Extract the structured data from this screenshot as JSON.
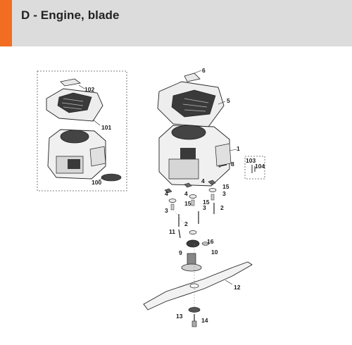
{
  "header": {
    "title": "D - Engine, blade",
    "accent_color": "#f26d21",
    "background_color": "#dcdcdc"
  },
  "callouts": {
    "c1": "1",
    "c2a": "2",
    "c2b": "2",
    "c3a": "3",
    "c3b": "3",
    "c3c": "3",
    "c4a": "4",
    "c4b": "4",
    "c4c": "4",
    "c5": "5",
    "c6": "6",
    "c8": "8",
    "c9": "9",
    "c10": "10",
    "c11": "11",
    "c12": "12",
    "c13": "13",
    "c14": "14",
    "c15a": "15",
    "c15b": "15",
    "c15c": "15",
    "c16": "16",
    "c100": "100",
    "c101": "101",
    "c102": "102",
    "c103": "103",
    "c104": "104"
  }
}
